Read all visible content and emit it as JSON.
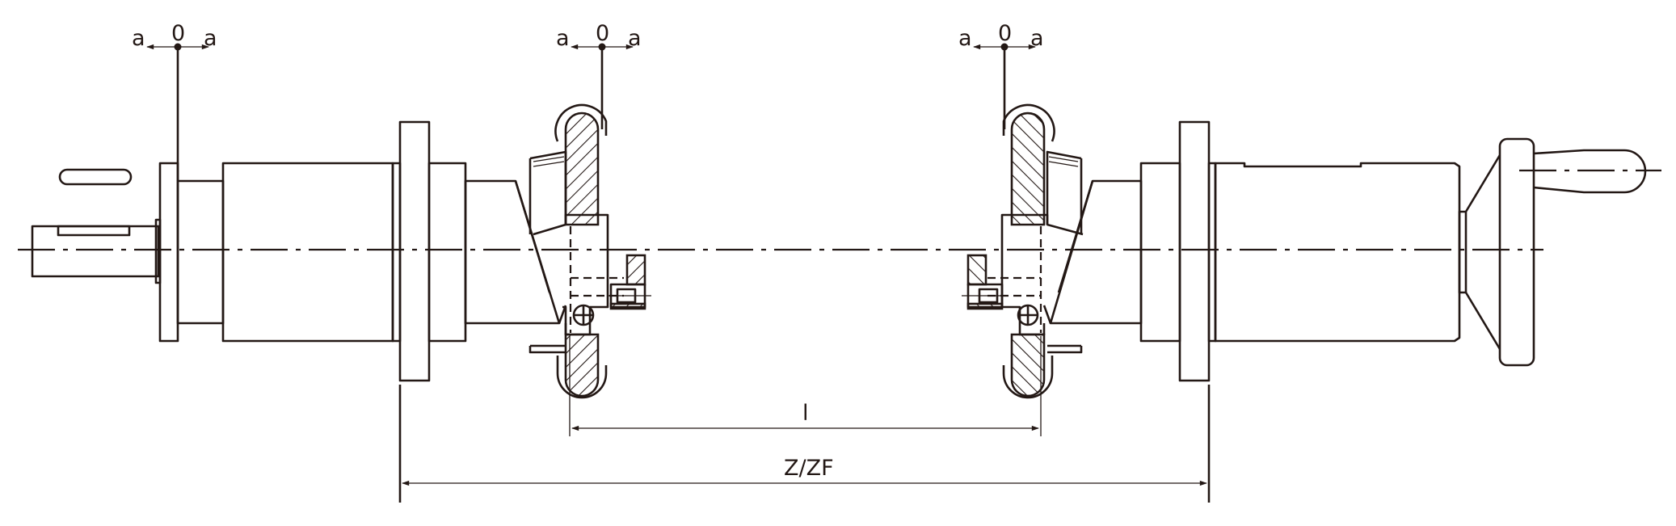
{
  "diagram": {
    "colors": {
      "line": "#231815",
      "background": "#ffffff"
    },
    "adjust_markers": [
      {
        "left": "a",
        "zero": "0",
        "right": "a"
      },
      {
        "left": "a",
        "zero": "0",
        "right": "a"
      },
      {
        "left": "a",
        "zero": "0",
        "right": "a"
      }
    ],
    "dimensions": {
      "inner": "l",
      "overall": "Z/ZF"
    }
  }
}
